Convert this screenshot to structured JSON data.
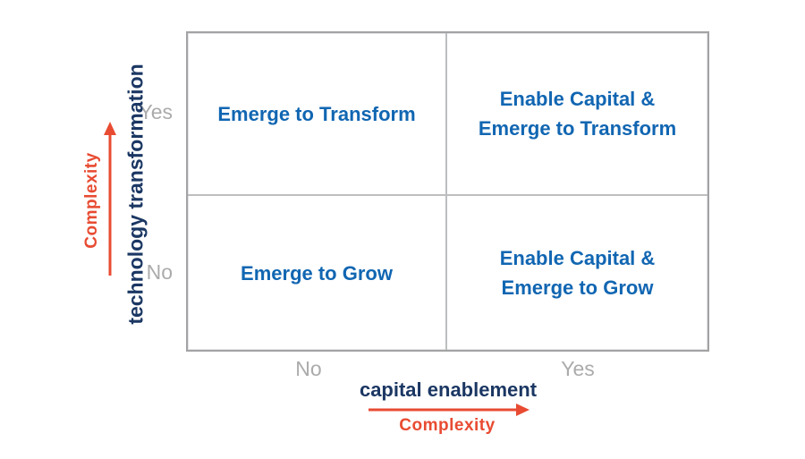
{
  "diagram": {
    "type": "2x2-matrix",
    "quadrants": [
      {
        "id": "top-left",
        "row": "Yes",
        "col": "No",
        "lines": [
          "Emerge to Transform"
        ]
      },
      {
        "id": "top-right",
        "row": "Yes",
        "col": "Yes",
        "lines": [
          "Enable Capital &",
          "Emerge to Transform"
        ]
      },
      {
        "id": "bottom-left",
        "row": "No",
        "col": "No",
        "lines": [
          "Emerge to Grow"
        ]
      },
      {
        "id": "bottom-right",
        "row": "No",
        "col": "Yes",
        "lines": [
          "Enable Capital &",
          "Emerge to Grow"
        ]
      }
    ],
    "y_axis": {
      "title": "technology transformation",
      "complexity_label": "Complexity",
      "tick_top": "Yes",
      "tick_bottom": "No",
      "arrow_direction": "up"
    },
    "x_axis": {
      "title": "capital enablement",
      "complexity_label": "Complexity",
      "tick_left": "No",
      "tick_right": "Yes",
      "arrow_direction": "right"
    },
    "colors": {
      "quadrant_text": "#1166b2",
      "axis_title": "#1b3763",
      "complexity_red": "#e84b32",
      "tick_gray": "#ababab",
      "grid_line": "#bcbec0",
      "outer_border": "#a3a3a5"
    }
  }
}
